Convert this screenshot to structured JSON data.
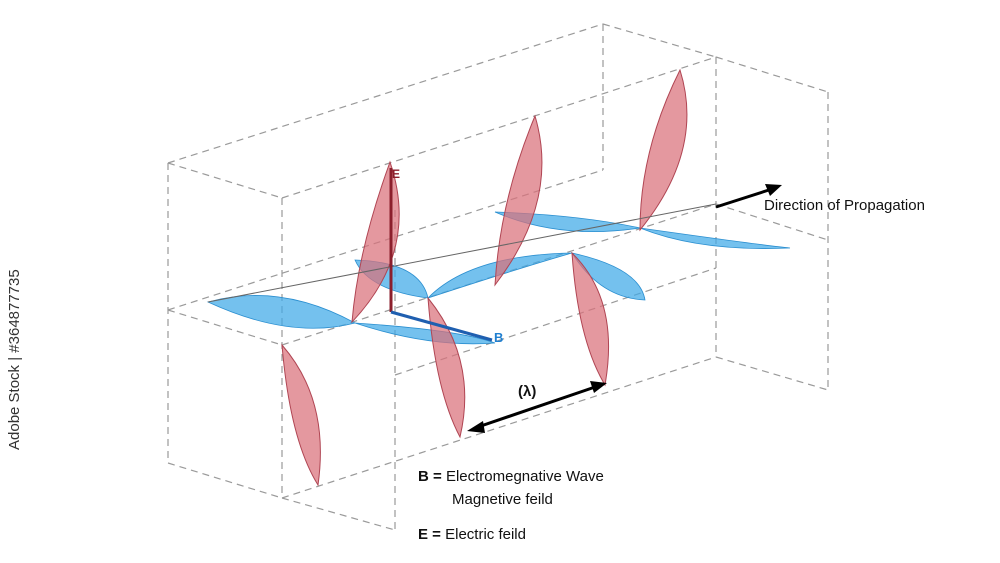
{
  "labels": {
    "direction": "Direction of Propagation",
    "wavelength": "(λ)",
    "e_axis": "E",
    "b_axis": "B",
    "legend_b_key": "B =",
    "legend_b_line1": "Electromegnative Wave",
    "legend_b_line2": "Magnetive feild",
    "legend_e_key": "E =",
    "legend_e_text": "Electric feild"
  },
  "watermark": {
    "side_text": "Adobe Stock | #364877735"
  },
  "colors": {
    "electric": "#d9707a",
    "electric_edge": "#b04553",
    "magnetic": "#3ea9e8",
    "frame": "#9a9a9a",
    "arrow": "#000000",
    "b_label": "#1f7fd0"
  }
}
